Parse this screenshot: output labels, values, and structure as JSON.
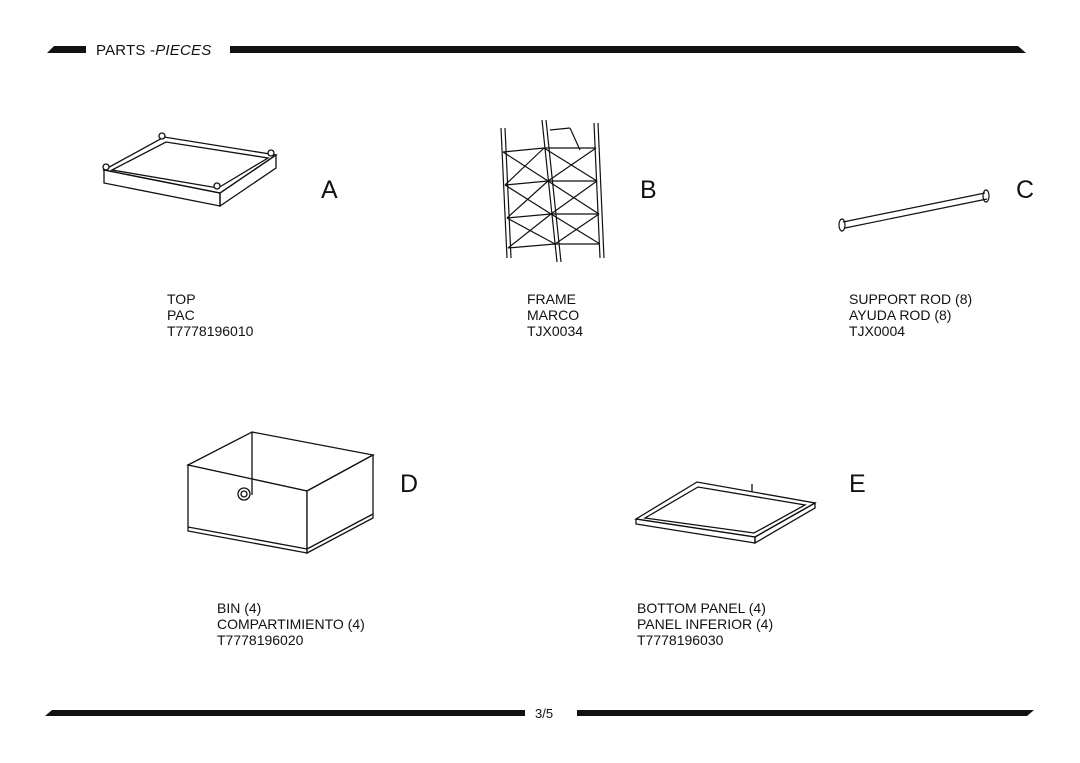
{
  "header": {
    "title_plain": "PARTS -",
    "title_italic": "PIECES"
  },
  "parts": [
    {
      "letter": "A",
      "lines": [
        "TOP",
        "PAC",
        "T7778196010"
      ]
    },
    {
      "letter": "B",
      "lines": [
        "FRAME",
        "MARCO",
        "TJX0034"
      ]
    },
    {
      "letter": "C",
      "lines": [
        "SUPPORT ROD (8)",
        "AYUDA ROD (8)",
        "TJX0004"
      ]
    },
    {
      "letter": "D",
      "lines": [
        "BIN (4)",
        "COMPARTIMIENTO (4)",
        "T7778196020"
      ]
    },
    {
      "letter": "E",
      "lines": [
        "BOTTOM PANEL (4)",
        "PANEL INFERIOR (4)",
        "T7778196030"
      ]
    }
  ],
  "footer": {
    "page": "3/5"
  }
}
